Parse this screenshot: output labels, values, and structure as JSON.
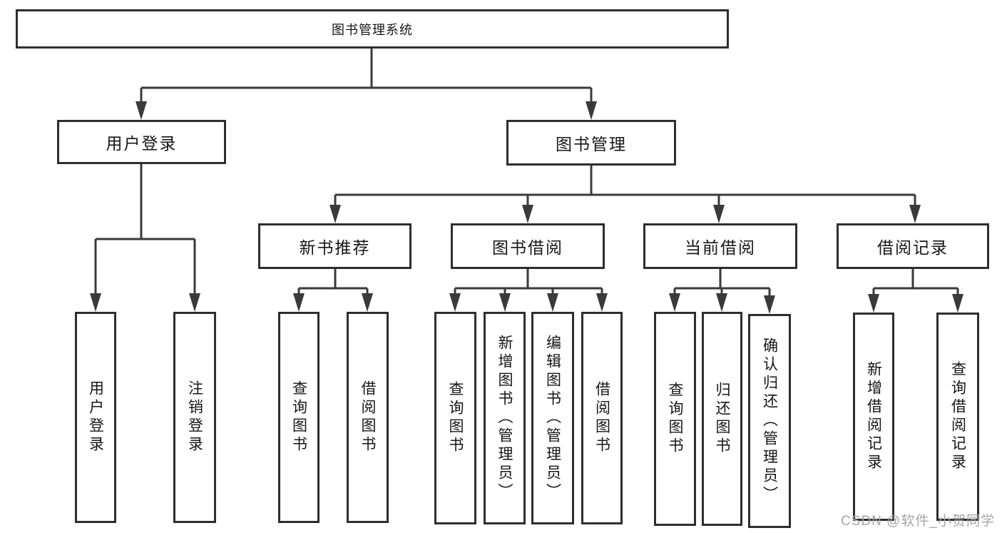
{
  "diagram": {
    "root": {
      "label": "图书管理系统"
    },
    "branches": [
      {
        "label": "用户登录",
        "children": [
          {
            "label": "用户登录"
          },
          {
            "label": "注销登录"
          }
        ]
      },
      {
        "label": "图书管理",
        "children": [
          {
            "label": "新书推荐",
            "children": [
              {
                "label": "查询图书"
              },
              {
                "label": "借阅图书"
              }
            ]
          },
          {
            "label": "图书借阅",
            "children": [
              {
                "label": "查询图书"
              },
              {
                "label": "新增图书（管理员）"
              },
              {
                "label": "编辑图书（管理员）"
              },
              {
                "label": "借阅图书"
              }
            ]
          },
          {
            "label": "当前借阅",
            "children": [
              {
                "label": "查询图书"
              },
              {
                "label": "归还图书"
              },
              {
                "label": "确认归还（管理员）"
              }
            ]
          },
          {
            "label": "借阅记录",
            "children": [
              {
                "label": "新增借阅记录"
              },
              {
                "label": "查询借阅记录"
              }
            ]
          }
        ]
      }
    ],
    "colors": {
      "line": "#3a3a3a",
      "border": "#2e2e2e",
      "text": "#161616",
      "watermark": "#a5a5a5"
    },
    "watermark": "CSDN @软件_小贺同学"
  }
}
